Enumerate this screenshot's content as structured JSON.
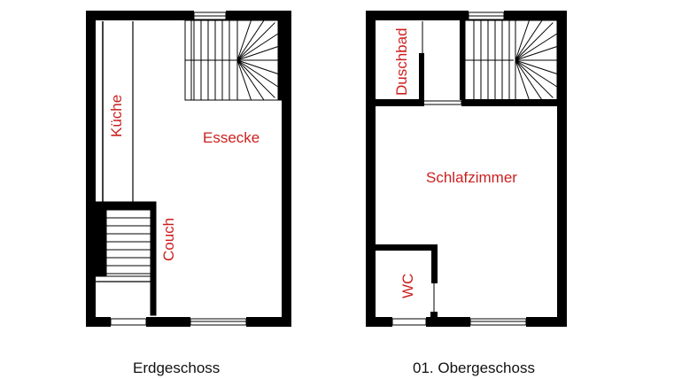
{
  "floors": [
    {
      "caption": "Erdgeschoss",
      "rooms": {
        "kitchen": "Küche",
        "dining": "Essecke",
        "couch": "Couch"
      }
    },
    {
      "caption": "01. Obergeschoss",
      "rooms": {
        "shower": "Duschbad",
        "bedroom": "Schlafzimmer",
        "wc": "WC"
      }
    }
  ],
  "colors": {
    "wall": "#000000",
    "label": "#cc1f1f",
    "caption": "#111111"
  }
}
